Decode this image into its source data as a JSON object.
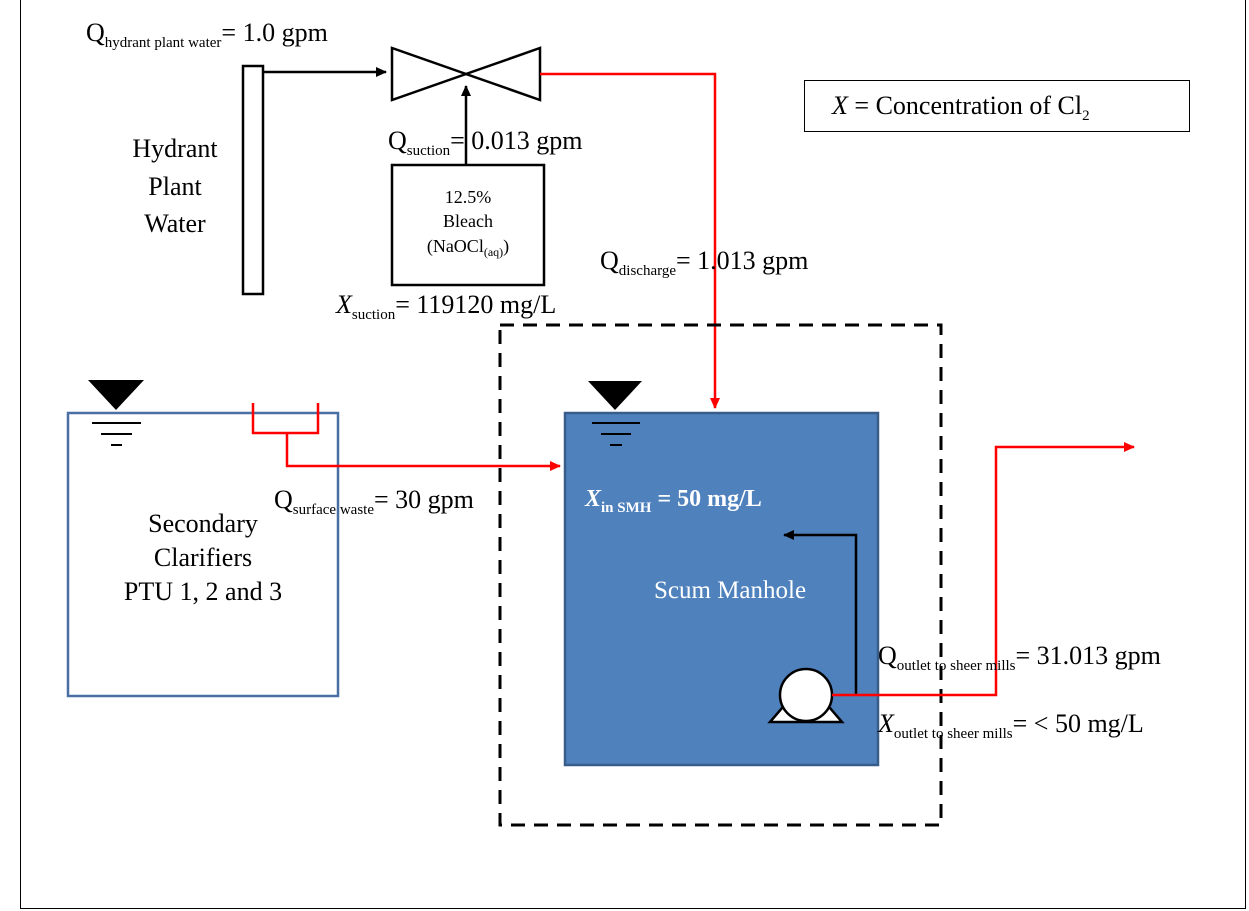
{
  "legend": {
    "var": "X",
    "eq": "=",
    "text": "Concentration of Cl",
    "sub": "2"
  },
  "hydrant": {
    "label_lines": [
      "Hydrant",
      "Plant",
      "Water"
    ],
    "q": {
      "var": "Q",
      "sub": "hydrant plant water",
      "value": "= 1.0 gpm"
    }
  },
  "suction": {
    "q": {
      "var": "Q",
      "sub": "suction",
      "value": "= 0.013 gpm"
    },
    "x": {
      "var": "X",
      "sub": "suction",
      "value": "= 119120 mg/L"
    }
  },
  "bleach": {
    "line1": "12.5%",
    "line2": "Bleach",
    "line3": "(NaOCl",
    "line3_sub": "(aq)",
    "line3_end": ")"
  },
  "discharge": {
    "q": {
      "var": "Q",
      "sub": "discharge",
      "value": "= 1.013 gpm"
    }
  },
  "clarifiers": {
    "label_lines": [
      "Secondary",
      "Clarifiers",
      "PTU 1, 2 and 3"
    ],
    "q": {
      "var": "Q",
      "sub": "surface waste",
      "value": "= 30 gpm"
    }
  },
  "manhole": {
    "label": "Scum Manhole",
    "x": {
      "var": "X",
      "sub": "in SMH",
      "value": " = 50 mg/L"
    }
  },
  "outlet": {
    "q": {
      "var": "Q",
      "sub": "outlet to sheer mills",
      "value": "= 31.013 gpm"
    },
    "x": {
      "var": "X",
      "sub": "outlet to sheer mills",
      "value": "= < 50 mg/L"
    }
  },
  "colors": {
    "red_flow": "#ff0000",
    "black_flow": "#000000",
    "manhole_fill": "#4f81bd",
    "manhole_stroke": "#385d8a",
    "clarifier_stroke": "#4a6fa5"
  }
}
